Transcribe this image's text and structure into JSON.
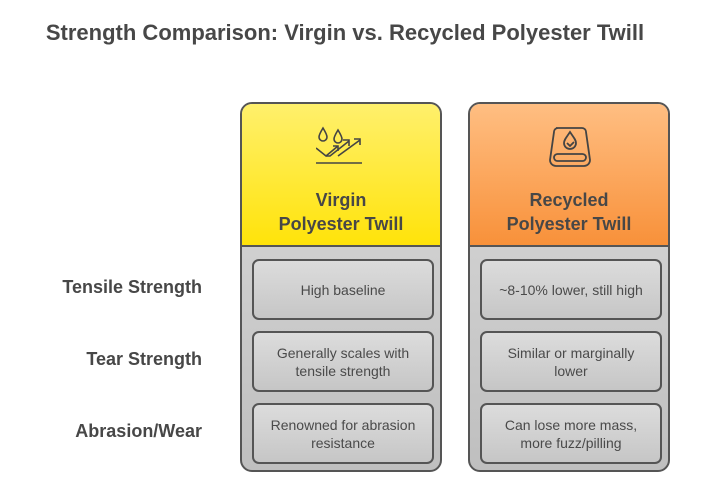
{
  "title": "Strength Comparison: Virgin vs. Recycled Polyester Twill",
  "rows": [
    "Tensile Strength",
    "Tear Strength",
    "Abrasion/Wear"
  ],
  "columns": [
    {
      "name": "Virgin Polyester Twill",
      "line1": "Virgin",
      "line2": "Polyester Twill",
      "icon": "water-drops-trend-up-icon",
      "color": "#ffe30a",
      "cells": [
        "High baseline",
        "Generally scales with tensile strength",
        "Renowned for abrasion resistance"
      ]
    },
    {
      "name": "Recycled Polyester Twill",
      "line1": "Recycled",
      "line2": "Polyester Twill",
      "icon": "recycled-fabric-roll-icon",
      "color": "#f8913a",
      "cells": [
        "~8-10% lower, still high",
        "Similar or marginally lower",
        "Can lose more mass, more fuzz/pilling"
      ]
    }
  ]
}
